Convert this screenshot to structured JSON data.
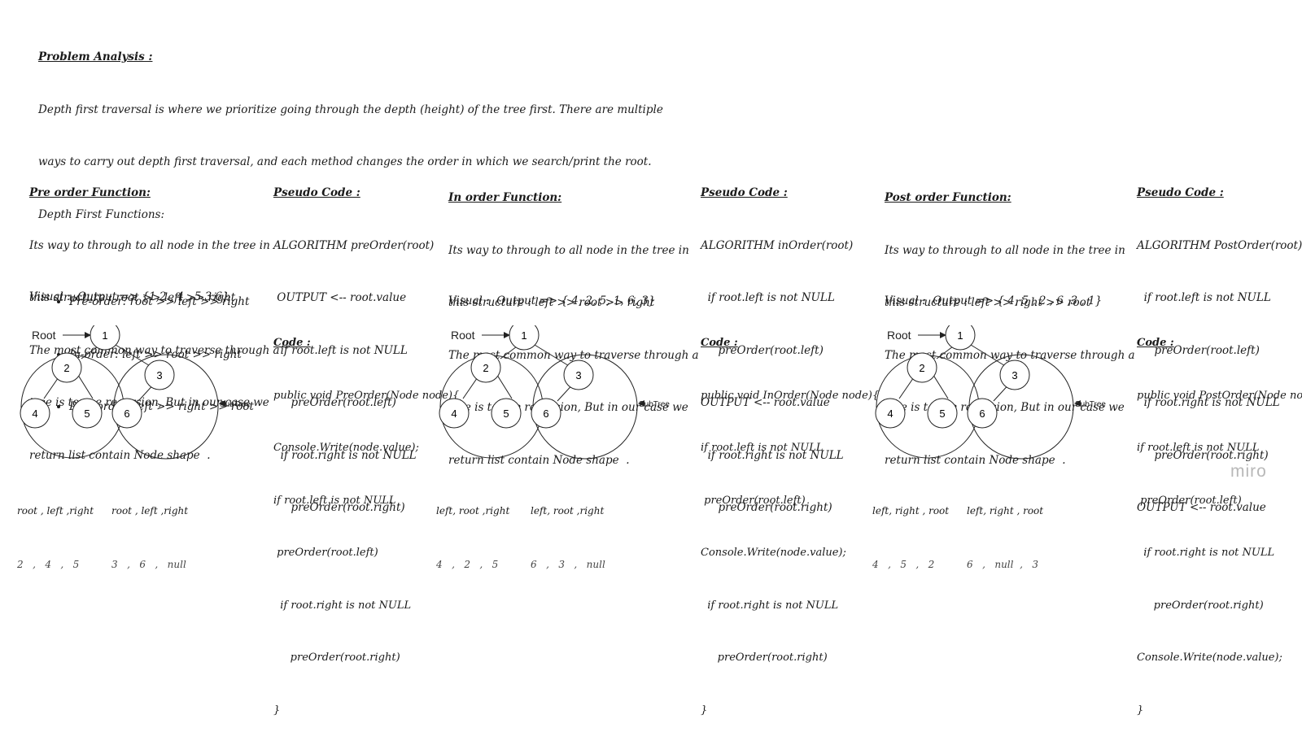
{
  "analysis": {
    "heading": "Problem Analysis :",
    "line1": "Depth first traversal is where we prioritize going through the depth (height) of the tree first. There are multiple",
    "line2": "ways to carry out depth first traversal, and each method changes the order in which we search/print the root.",
    "functions_label": "Depth First Functions:",
    "bullets": [
      "Pre-order: root >> left >> right",
      "In-order: left >> root >> right",
      "Post-order: left >> right >> root"
    ]
  },
  "sections": [
    {
      "title": "Pre order Function:",
      "desc": [
        "Its way to through to all node in the tree in",
        "this structure : root >> left >> right",
        "The most common way to traverse through a",
        "tree is to use recursion, But in our case we",
        "return list contain Node shape  ."
      ],
      "visual": "Visual :  Output => {1,2 , 4 , 5,3,6}",
      "tree": {
        "root_label": "Root",
        "subtree_label": "SubTree",
        "nodes": [
          "1",
          "2",
          "3",
          "4",
          "5",
          "6"
        ]
      },
      "under_left": [
        "root , left ,right",
        "2   ,   4   ,   5"
      ],
      "under_right": [
        "root , left ,right",
        "3   ,   6   ,   null"
      ],
      "pseudo_title": "Pseudo Code :",
      "pseudo": [
        "ALGORITHM preOrder(root)",
        " OUTPUT <-- root.value",
        "  if root.left is not NULL",
        "     preOrder(root.left)",
        "  if root.right is not NULL",
        "     preOrder(root.right)"
      ],
      "code_title": "Code :",
      "code": [
        "public void PreOrder(Node node){",
        "Console.Write(node.value);",
        "if root.left is not NULL",
        " preOrder(root.left)",
        "  if root.right is not NULL",
        "     preOrder(root.right)",
        "}"
      ]
    },
    {
      "title": "In order Function:",
      "desc": [
        "Its way to through to all node in the tree in",
        "this structure : left >> root >> right",
        "The most common way to traverse through a",
        "tree is to use recursion, But in our case we",
        "return list contain Node shape  ."
      ],
      "visual": "Visual :  Output => { 4, 2, 5, 1, 6, 3}",
      "tree": {
        "root_label": "Root",
        "subtree_label": "SubTree",
        "nodes": [
          "1",
          "2",
          "3",
          "4",
          "5",
          "6"
        ]
      },
      "under_left": [
        "left, root ,right",
        "4   ,   2   ,   5"
      ],
      "under_right": [
        "left, root ,right",
        "6   ,   3   ,   null"
      ],
      "pseudo_title": "Pseudo Code :",
      "pseudo": [
        "ALGORITHM inOrder(root)",
        "  if root.left is not NULL",
        "     preOrder(root.left)",
        "OUTPUT <-- root.value",
        "  if root.right is not NULL",
        "     preOrder(root.right)"
      ],
      "code_title": "Code :",
      "code": [
        "public void InOrder(Node node){",
        "if root.left is not NULL",
        " preOrder(root.left)",
        "Console.Write(node.value);",
        "  if root.right is not NULL",
        "     preOrder(root.right)",
        "}"
      ]
    },
    {
      "title": "Post order Function:",
      "desc": [
        "Its way to through to all node in the tree in",
        "this structure : left >> right >> root",
        "The most common way to traverse through a",
        "tree is to use recursion, But in our case we",
        "return list contain Node shape  ."
      ],
      "visual": "Visual :  Output => { 4, 5 , 2 , 6 ,3 , 1}",
      "tree": {
        "root_label": "Root",
        "subtree_label": "SubTree",
        "nodes": [
          "1",
          "2",
          "3",
          "4",
          "5",
          "6"
        ]
      },
      "under_left": [
        "left, right , root",
        "4   ,   5   ,   2"
      ],
      "under_right": [
        "left, right , root",
        "6   ,   null  ,   3"
      ],
      "pseudo_title": "Pseudo Code :",
      "pseudo": [
        "ALGORITHM PostOrder(root)",
        "  if root.left is not NULL",
        "     preOrder(root.left)",
        "  if root.right is not NULL",
        "     preOrder(root.right)",
        "OUTPUT <-- root.value"
      ],
      "code_title": "Code :",
      "code": [
        "public void PostOrder(Node node){",
        "if root.left is not NULL",
        " preOrder(root.left)",
        "  if root.right is not NULL",
        "     preOrder(root.right)",
        "Console.Write(node.value);",
        "}"
      ]
    }
  ],
  "watermark": "miro"
}
